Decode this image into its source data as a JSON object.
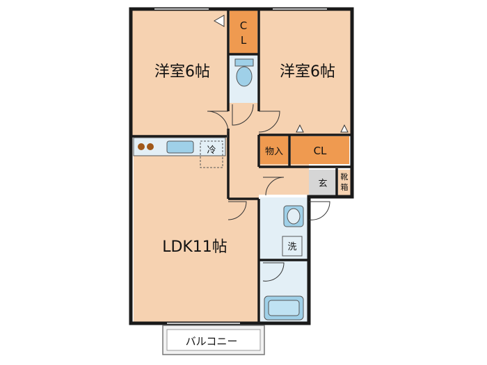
{
  "rooms": {
    "western_room_left": "洋室6帖",
    "western_room_right": "洋室6帖",
    "ldk": "LDK11帖",
    "closet_top_1": "C",
    "closet_top_2": "L",
    "storage": "物入",
    "closet_right": "CL",
    "entrance": "玄",
    "shoe_box_1": "靴",
    "shoe_box_2": "箱",
    "refrigerator": "冷",
    "washer": "洗",
    "balcony": "バルコニー"
  },
  "colors": {
    "room_fill": "#f6d2b1",
    "wall": "#1a1a1a",
    "closet_fill": "#ef9a50",
    "wet_area": "#e3eff6",
    "fixture_blue": "#9fd0e8",
    "entrance_gray": "#d6d6d6",
    "stove": "#a0581a"
  }
}
